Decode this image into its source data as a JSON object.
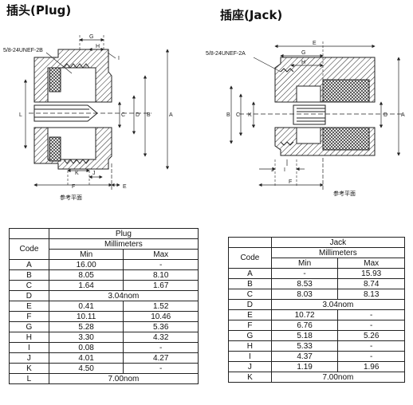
{
  "titles": {
    "plug": "插头(Plug)",
    "jack": "插座(Jack)"
  },
  "plug_drawing": {
    "thread": "5/8-24UNEF-2B",
    "ref_plane": "参考平面",
    "dim_labels": [
      "G",
      "H",
      "I",
      "L",
      "C",
      "D",
      "B",
      "A",
      "K",
      "J",
      "F",
      "E"
    ]
  },
  "jack_drawing": {
    "thread": "5/8-24UNEF-2A",
    "ref_plane": "参考平面",
    "dim_labels": [
      "E",
      "G",
      "H",
      "B",
      "C",
      "K",
      "D",
      "A",
      "J",
      "I",
      "F"
    ]
  },
  "plug_table": {
    "title": "Plug",
    "code_header": "Code",
    "unit_header": "Millimeters",
    "min_header": "Min",
    "max_header": "Max",
    "rows": [
      {
        "code": "A",
        "min": "16.00",
        "max": "-"
      },
      {
        "code": "B",
        "min": "8.05",
        "max": "8.10"
      },
      {
        "code": "C",
        "min": "1.64",
        "max": "1.67"
      },
      {
        "code": "D",
        "nom": "3.04nom"
      },
      {
        "code": "E",
        "min": "0.41",
        "max": "1.52"
      },
      {
        "code": "F",
        "min": "10.11",
        "max": "10.46"
      },
      {
        "code": "G",
        "min": "5.28",
        "max": "5.36"
      },
      {
        "code": "H",
        "min": "3.30",
        "max": "4.32"
      },
      {
        "code": "I",
        "min": "0.08",
        "max": "-"
      },
      {
        "code": "J",
        "min": "4.01",
        "max": "4.27"
      },
      {
        "code": "K",
        "min": "4.50",
        "max": "-"
      },
      {
        "code": "L",
        "nom": "7.00nom"
      }
    ]
  },
  "jack_table": {
    "title": "Jack",
    "code_header": "Code",
    "unit_header": "Millimeters",
    "min_header": "Min",
    "max_header": "Max",
    "rows": [
      {
        "code": "A",
        "min": "-",
        "max": "15.93"
      },
      {
        "code": "B",
        "min": "8.53",
        "max": "8.74"
      },
      {
        "code": "C",
        "min": "8.03",
        "max": "8.13"
      },
      {
        "code": "D",
        "nom": "3.04nom"
      },
      {
        "code": "E",
        "min": "10.72",
        "max": "-"
      },
      {
        "code": "F",
        "min": "6.76",
        "max": "-"
      },
      {
        "code": "G",
        "min": "5.18",
        "max": "5.26"
      },
      {
        "code": "H",
        "min": "5.33",
        "max": "-"
      },
      {
        "code": "I",
        "min": "4.37",
        "max": "-"
      },
      {
        "code": "J",
        "min": "1.19",
        "max": "1.96"
      },
      {
        "code": "K",
        "nom": "7.00nom"
      }
    ]
  }
}
